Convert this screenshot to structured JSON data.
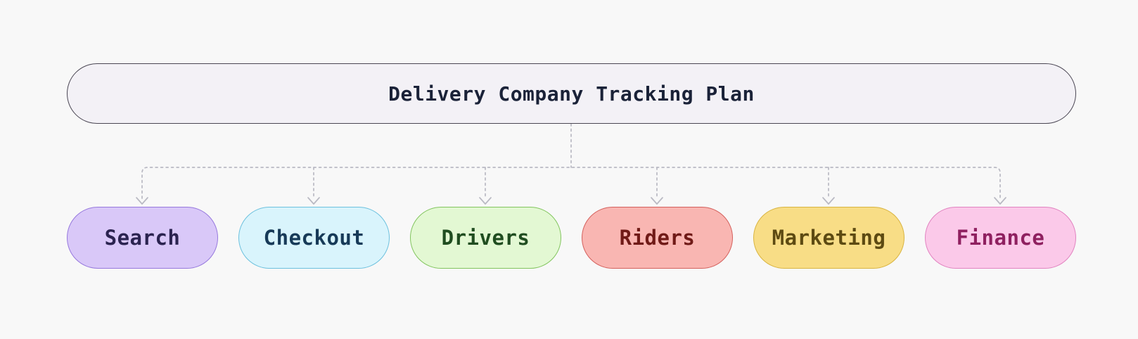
{
  "diagram": {
    "background": "#f8f8f8",
    "connector_color": "#b9b9c3",
    "root": {
      "label": "Delivery Company Tracking Plan",
      "fill": "#f3f1f6",
      "border": "#4a4653",
      "text_color": "#1a2238"
    },
    "children": [
      {
        "label": "Search",
        "fill": "#d9c8f8",
        "border": "#9678dd",
        "text_color": "#2b2350"
      },
      {
        "label": "Checkout",
        "fill": "#d9f4fc",
        "border": "#6cc1de",
        "text_color": "#173a58"
      },
      {
        "label": "Drivers",
        "fill": "#e3f8d3",
        "border": "#82c55e",
        "text_color": "#204d20"
      },
      {
        "label": "Riders",
        "fill": "#f9b6b2",
        "border": "#d4605c",
        "text_color": "#701a17"
      },
      {
        "label": "Marketing",
        "fill": "#f8dd86",
        "border": "#d9b440",
        "text_color": "#5d4a12"
      },
      {
        "label": "Finance",
        "fill": "#fbc9e9",
        "border": "#e183c0",
        "text_color": "#8f2060"
      }
    ]
  }
}
